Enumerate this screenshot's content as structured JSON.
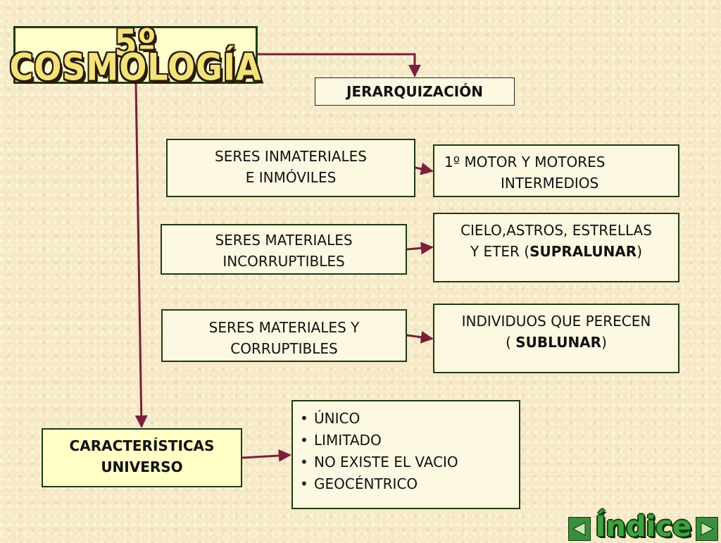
{
  "title": "5º COSMOLOGÍA",
  "jerarquizacion": "JERARQUIZACIÓN",
  "rows": [
    {
      "left_lines": [
        "SERES INMATERIALES",
        "E INMÓVILES"
      ],
      "right_lines": [
        [
          "1º MOTOR Y MOTORES"
        ],
        [
          "INTERMEDIOS"
        ]
      ]
    },
    {
      "left_lines": [
        "SERES MATERIALES",
        "INCORRUPTIBLES"
      ],
      "right_lines": [
        "CIELO,ASTROS, ESTRELLAS"
      ],
      "right_line2_pre": "Y ETER (",
      "right_line2_em": "SUPRALUNAR",
      "right_line2_post": ")"
    },
    {
      "left_lines": [
        "SERES MATERIALES Y",
        "CORRUPTIBLES"
      ],
      "right_lines": [
        "INDIVIDUOS QUE PERECEN"
      ],
      "right_line2_pre": "( ",
      "right_line2_em": "SUBLUNAR",
      "right_line2_post": ")"
    }
  ],
  "caracteristicas": {
    "line1": "CARACTERÍSTICAS",
    "line2": "UNIVERSO"
  },
  "list_items": [
    "ÚNICO",
    "LIMITADO",
    "NO EXISTE EL VACIO",
    "GEOCÉNTRICO"
  ],
  "nav": {
    "label": "Índice",
    "prev_icon": "triangle-left-icon",
    "next_icon": "triangle-right-icon"
  },
  "colors": {
    "connector": "#7a1f3a",
    "border": "#1e3b14",
    "nav_green": "#3c8e3e"
  }
}
